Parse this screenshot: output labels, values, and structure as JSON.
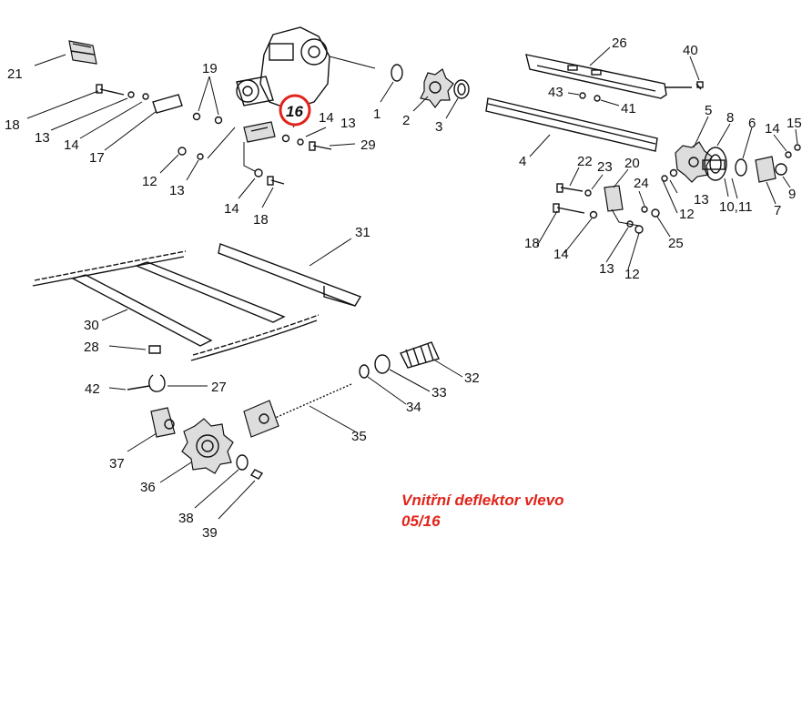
{
  "labels": {
    "l1": "1",
    "l2": "2",
    "l3": "3",
    "l4": "4",
    "l5": "5",
    "l6": "6",
    "l7": "7",
    "l8": "8",
    "l9": "9",
    "l10_11": "10,11",
    "l12a": "12",
    "l12b": "12",
    "l12c": "12",
    "l13a": "13",
    "l13b": "13",
    "l13c": "13",
    "l13d": "13",
    "l13e": "13",
    "l14a": "14",
    "l14b": "14",
    "l14c": "14",
    "l14d": "14",
    "l14e": "14",
    "l15": "15",
    "l17": "17",
    "l18a": "18",
    "l18b": "18",
    "l18c": "18",
    "l19": "19",
    "l20": "20",
    "l21": "21",
    "l22": "22",
    "l23": "23",
    "l24": "24",
    "l25": "25",
    "l26": "26",
    "l27": "27",
    "l28": "28",
    "l29": "29",
    "l30": "30",
    "l31": "31",
    "l32": "32",
    "l33": "33",
    "l34": "34",
    "l35": "35",
    "l36": "36",
    "l37": "37",
    "l38": "38",
    "l39": "39",
    "l40": "40",
    "l41": "41",
    "l42": "42",
    "l43": "43"
  },
  "callout": {
    "number": "16",
    "color": "#e2231a"
  },
  "note": {
    "line1": "Vnitřní deflektor vlevo",
    "line2": "05/16",
    "color": "#e2231a"
  }
}
